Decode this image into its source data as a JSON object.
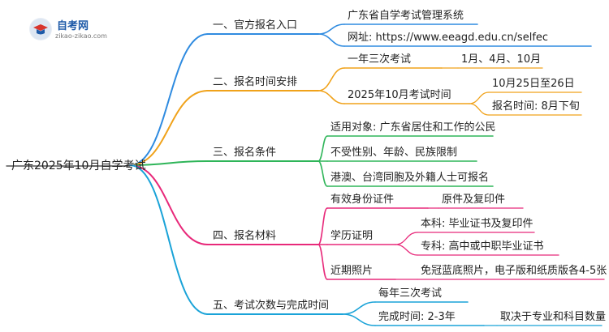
{
  "logo": {
    "title": "自考网",
    "subtitle": "zikao-zikao.com"
  },
  "root": "广东2025年10月自学考试",
  "colors": {
    "blue": "#2f8be0",
    "orange": "#f0a21a",
    "green": "#2fb559",
    "pink": "#e8297a",
    "sky": "#1aa3d8"
  },
  "branches": [
    {
      "label": "一、官方报名入口",
      "color": "blue",
      "children": [
        {
          "label": "广东省自学考试管理系统"
        },
        {
          "label": "网址: https://www.eeagd.edu.cn/selfec"
        }
      ]
    },
    {
      "label": "二、报名时间安排",
      "color": "orange",
      "children": [
        {
          "label": "一年三次考试",
          "children": [
            {
              "label": "1月、4月、10月"
            }
          ]
        },
        {
          "label": "2025年10月考试时间",
          "children": [
            {
              "label": "10月25日至26日"
            },
            {
              "label": "报名时间: 8月下旬"
            }
          ]
        }
      ]
    },
    {
      "label": "三、报名条件",
      "color": "green",
      "children": [
        {
          "label": "适用对象: 广东省居住和工作的公民"
        },
        {
          "label": "不受性别、年龄、民族限制"
        },
        {
          "label": "港澳、台湾同胞及外籍人士可报名"
        }
      ]
    },
    {
      "label": "四、报名材料",
      "color": "pink",
      "children": [
        {
          "label": "有效身份证件",
          "children": [
            {
              "label": "原件及复印件"
            }
          ]
        },
        {
          "label": "学历证明",
          "children": [
            {
              "label": "本科: 毕业证书及复印件"
            },
            {
              "label": "专科: 高中或中职毕业证书"
            }
          ]
        },
        {
          "label": "近期照片",
          "children": [
            {
              "label": "免冠蓝底照片，电子版和纸质版各4-5张"
            }
          ]
        }
      ]
    },
    {
      "label": "五、考试次数与完成时间",
      "color": "sky",
      "children": [
        {
          "label": "每年三次考试"
        },
        {
          "label": "完成时间: 2-3年",
          "children": [
            {
              "label": "取决于专业和科目数量"
            }
          ]
        }
      ]
    }
  ]
}
